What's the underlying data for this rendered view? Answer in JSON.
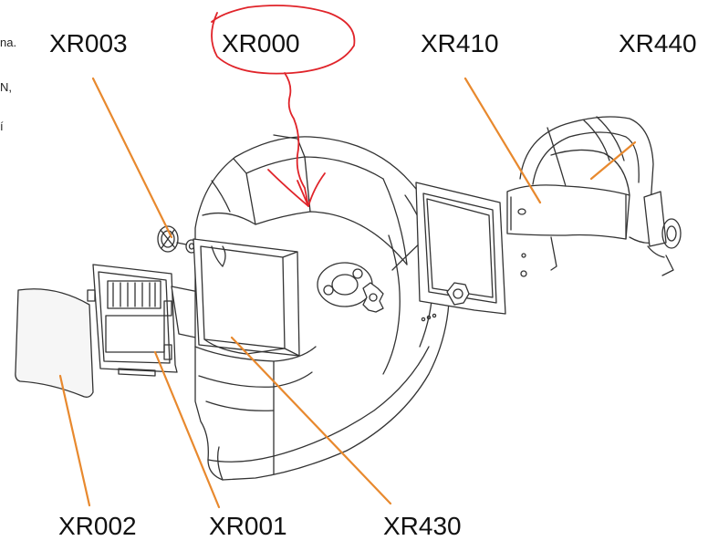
{
  "margin_text_fragments": [
    "na.",
    "N,",
    "í"
  ],
  "part_labels": {
    "xr003": "XR003",
    "xr000": "XR000",
    "xr410": "XR410",
    "xr440": "XR440",
    "xr002": "XR002",
    "xr001": "XR001",
    "xr430": "XR430"
  },
  "colors": {
    "leader_line": "#e8892e",
    "annotation_ink": "#e0242a",
    "drawing_line": "#333333",
    "label_text": "#111111",
    "background": "#ffffff"
  }
}
